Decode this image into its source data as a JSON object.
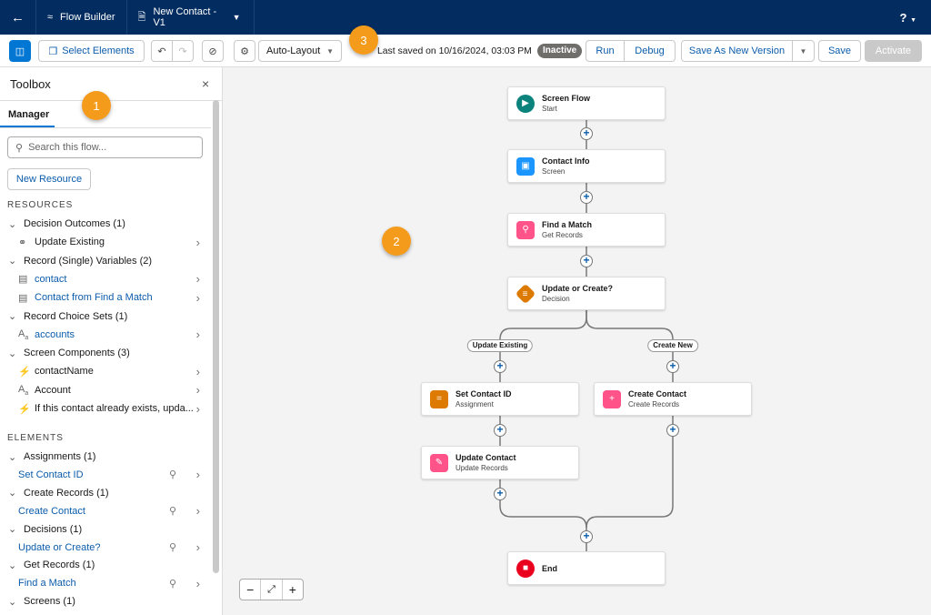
{
  "header": {
    "app": "Flow Builder",
    "flow_name": "New Contact - V1",
    "help": "?"
  },
  "toolbar": {
    "select_elements": "Select Elements",
    "layout": "Auto-Layout",
    "last_saved": "Last saved on 10/16/2024, 03:03 PM",
    "status": "Inactive",
    "run": "Run",
    "debug": "Debug",
    "save_as_new": "Save As New Version",
    "save": "Save",
    "activate": "Activate"
  },
  "toolbox": {
    "title": "Toolbox",
    "tab": "Manager",
    "search_placeholder": "Search this flow...",
    "new_resource": "New Resource",
    "resources_label": "RESOURCES",
    "resources": [
      {
        "type": "group",
        "label": "Decision Outcomes (1)"
      },
      {
        "type": "item",
        "label": "Update Existing",
        "icon": "outcome-icon",
        "link": false
      },
      {
        "type": "group",
        "label": "Record (Single) Variables (2)"
      },
      {
        "type": "item",
        "label": "contact",
        "icon": "record-icon",
        "link": true
      },
      {
        "type": "item",
        "label": "Contact from Find a Match",
        "icon": "record-icon",
        "link": true
      },
      {
        "type": "group",
        "label": "Record Choice Sets (1)"
      },
      {
        "type": "item",
        "label": "accounts",
        "icon": "text-icon",
        "link": true
      },
      {
        "type": "group",
        "label": "Screen Components (3)"
      },
      {
        "type": "item",
        "label": "contactName",
        "icon": "bolt-icon",
        "link": false
      },
      {
        "type": "item",
        "label": "Account",
        "icon": "text-icon",
        "link": false
      },
      {
        "type": "item",
        "label": "If this contact already exists, upda...",
        "icon": "bolt-icon",
        "link": false
      }
    ],
    "elements_label": "ELEMENTS",
    "elements": [
      {
        "type": "group",
        "label": "Assignments (1)"
      },
      {
        "type": "item",
        "label": "Set Contact ID"
      },
      {
        "type": "group",
        "label": "Create Records (1)"
      },
      {
        "type": "item",
        "label": "Create Contact"
      },
      {
        "type": "group",
        "label": "Decisions (1)"
      },
      {
        "type": "item",
        "label": "Update or Create?"
      },
      {
        "type": "group",
        "label": "Get Records (1)"
      },
      {
        "type": "item",
        "label": "Find a Match"
      },
      {
        "type": "group",
        "label": "Screens (1)"
      }
    ]
  },
  "flow": {
    "nodes": [
      {
        "id": "start",
        "title": "Screen Flow",
        "subtitle": "Start",
        "icon": "play-icon",
        "color": "#0b827c"
      },
      {
        "id": "screen",
        "title": "Contact Info",
        "subtitle": "Screen",
        "icon": "screen-icon",
        "color": "#1b96ff"
      },
      {
        "id": "get",
        "title": "Find a Match",
        "subtitle": "Get Records",
        "icon": "get-records-icon",
        "color": "#ff538a"
      },
      {
        "id": "decision",
        "title": "Update or Create?",
        "subtitle": "Decision",
        "icon": "decision-icon",
        "color": "#dd7a01"
      },
      {
        "id": "assign",
        "title": "Set Contact ID",
        "subtitle": "Assignment",
        "icon": "assignment-icon",
        "color": "#dd7a01"
      },
      {
        "id": "create",
        "title": "Create Contact",
        "subtitle": "Create Records",
        "icon": "create-records-icon",
        "color": "#ff538a"
      },
      {
        "id": "update",
        "title": "Update Contact",
        "subtitle": "Update Records",
        "icon": "update-records-icon",
        "color": "#ff538a"
      },
      {
        "id": "end",
        "title": "End",
        "subtitle": "",
        "icon": "stop-icon",
        "color": "#ea001e"
      }
    ],
    "branches": [
      "Update Existing",
      "Create New"
    ]
  },
  "callouts": [
    "1",
    "2",
    "3"
  ]
}
